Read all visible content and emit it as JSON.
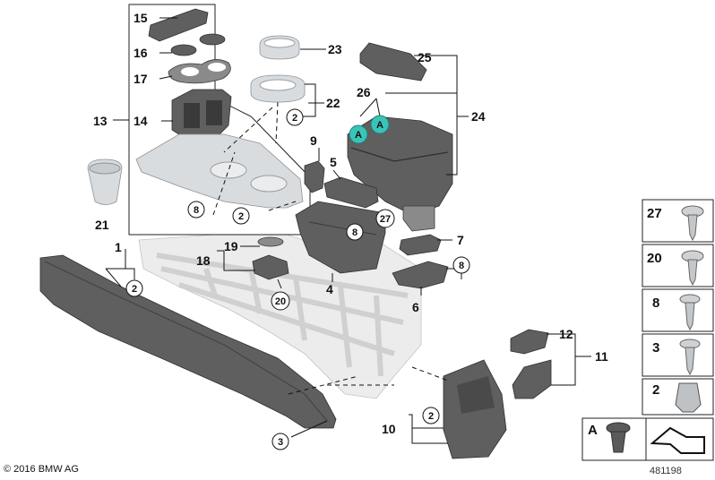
{
  "copyright": "© 2016 BMW AG",
  "diagram_id": "481198",
  "callouts": {
    "c1": "1",
    "c2": "2",
    "c3": "3",
    "c4": "4",
    "c5": "5",
    "c6": "6",
    "c7": "7",
    "c8": "8",
    "c9": "9",
    "c10": "10",
    "c11": "11",
    "c12": "12",
    "c13": "13",
    "c14": "14",
    "c15": "15",
    "c16": "16",
    "c17": "17",
    "c18": "18",
    "c19": "19",
    "c20": "20",
    "c21": "21",
    "c22": "22",
    "c23": "23",
    "c24": "24",
    "c25": "25",
    "c26": "26"
  },
  "circles": {
    "r2a": "2",
    "r2b": "2",
    "r2c": "2",
    "r2d": "2",
    "r8a": "8",
    "r8b": "8",
    "r8c": "8",
    "r20": "20",
    "r27": "27",
    "r3": "3",
    "ra1": "A",
    "ra2": "A"
  },
  "side_panel": {
    "items": [
      {
        "label": "27"
      },
      {
        "label": "20"
      },
      {
        "label": "8"
      },
      {
        "label": "3"
      },
      {
        "label": "2"
      }
    ],
    "a_label": "A"
  },
  "colors": {
    "marker_teal": "#3cc3b8"
  }
}
